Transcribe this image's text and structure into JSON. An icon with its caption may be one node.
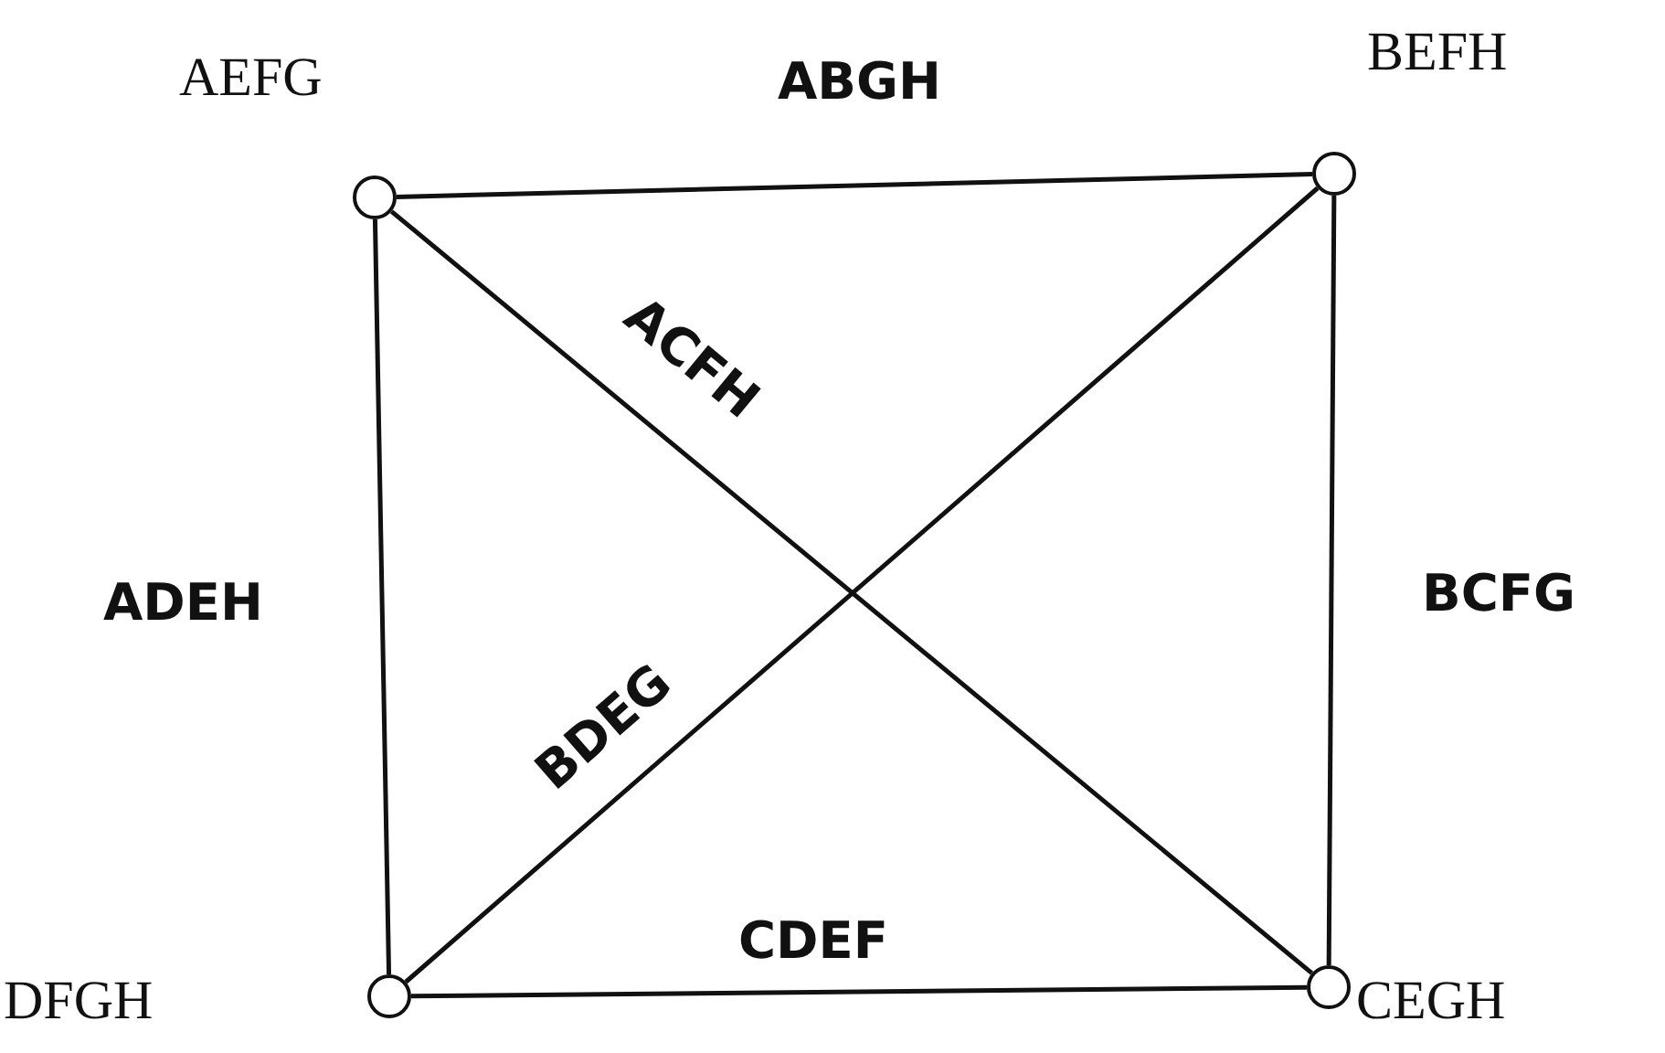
{
  "diagram": {
    "nodes": [
      {
        "text": [],
        "shape": "circle",
        "beside": [
          "AEFG"
        ]
      },
      {
        "text": [],
        "shape": "circle",
        "beside": [
          "BEFH"
        ]
      },
      {
        "text": [],
        "shape": "circle",
        "beside": [
          "DFGH"
        ]
      },
      {
        "text": [],
        "shape": "circle",
        "beside": [
          "CEGH"
        ]
      }
    ],
    "edges": [
      {
        "from": 0,
        "to": 1,
        "arrow": "none",
        "label": "ABGH"
      },
      {
        "from": 0,
        "to": 3,
        "arrow": "none",
        "label": "ACFH"
      },
      {
        "from": 0,
        "to": 2,
        "arrow": "none",
        "label": "ADEH"
      },
      {
        "from": 1,
        "to": 3,
        "arrow": "none",
        "label": "BCFG"
      },
      {
        "from": 1,
        "to": 2,
        "arrow": "none",
        "label": "BDEG"
      },
      {
        "from": 2,
        "to": 3,
        "arrow": "none",
        "label": "CDEF"
      }
    ]
  }
}
